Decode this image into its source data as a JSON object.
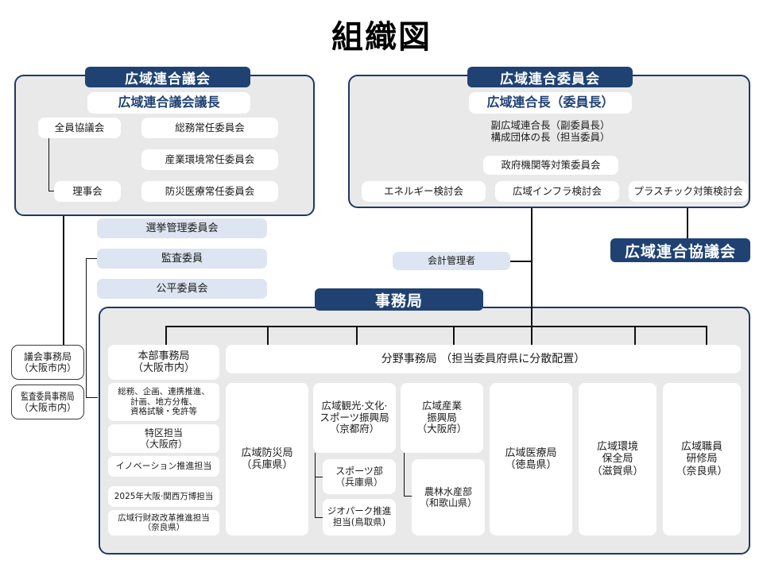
{
  "page": {
    "title": "組織図",
    "colors": {
      "navy": "#1F4273",
      "panel_gray": "#E9E9E9",
      "light_blue": "#DCE5F1",
      "white": "#FFFFFF",
      "line": "#111111"
    }
  },
  "assembly": {
    "header": "広域連合議会",
    "chair": "広域連合議会議長",
    "left_items": [
      {
        "label": "全員協議会"
      },
      {
        "label": "理事会"
      }
    ],
    "right_items": [
      {
        "label": "総務常任委員会"
      },
      {
        "label": "産業環境常任委員会"
      },
      {
        "label": "防災医療常任委員会"
      }
    ]
  },
  "committee": {
    "header": "広域連合委員会",
    "chief": "広域連合長（委員長）",
    "sub_chief_line1": "副広域連合長（副委員長）",
    "sub_chief_line2": "構成団体の長（担当委員）",
    "gov_committee": "政府機関等対策委員会",
    "study_groups": [
      {
        "label": "エネルギー検討会"
      },
      {
        "label": "広域インフラ検討会"
      },
      {
        "label": "プラスチック対策検討会"
      }
    ]
  },
  "council": {
    "header": "広域連合協議会"
  },
  "independent_committees": [
    {
      "label": "選挙管理委員会"
    },
    {
      "label": "監査委員"
    },
    {
      "label": "公平委員会"
    }
  ],
  "accounting": {
    "label": "会計管理者"
  },
  "support_offices": [
    {
      "line1": "議会事務局",
      "line2": "（大阪市内）"
    },
    {
      "line1": "監査委員事務局",
      "line2": "（大阪市内）"
    }
  ],
  "secretariat": {
    "header": "事務局",
    "hq": {
      "title_line1": "本部事務局",
      "title_line2": "（大阪市内）",
      "divisions": [
        {
          "text": "総務、企画、連携推進、\n計画、地方分権、\n資格試験・免許等"
        },
        {
          "text": "特区担当\n（大阪府）"
        },
        {
          "text": "イノベーション推進担当"
        },
        {
          "text": "2025年大阪·関西万博担当"
        },
        {
          "text": "広域行財政改革推進担当\n（奈良県）"
        }
      ]
    },
    "field_offices_header": "分野事務局 （担当委員府県に分散配置）",
    "bureaus": [
      {
        "name": "広域防災局\n（兵庫県）",
        "children": []
      },
      {
        "name": "広域観光·文化·\nスポーツ振興局\n（京都府）",
        "children": [
          {
            "name": "スポーツ部\n（兵庫県）"
          },
          {
            "name": "ジオパーク推進\n担当(鳥取県)"
          }
        ]
      },
      {
        "name": "広域産業\n振興局\n（大阪府）",
        "children": [
          {
            "name": "農林水産部\n（和歌山県）"
          }
        ]
      },
      {
        "name": "広域医療局\n（徳島県）",
        "children": []
      },
      {
        "name": "広域環境\n保全局\n（滋賀県）",
        "children": []
      },
      {
        "name": "広域職員\n研修局\n（奈良県）",
        "children": []
      }
    ]
  }
}
